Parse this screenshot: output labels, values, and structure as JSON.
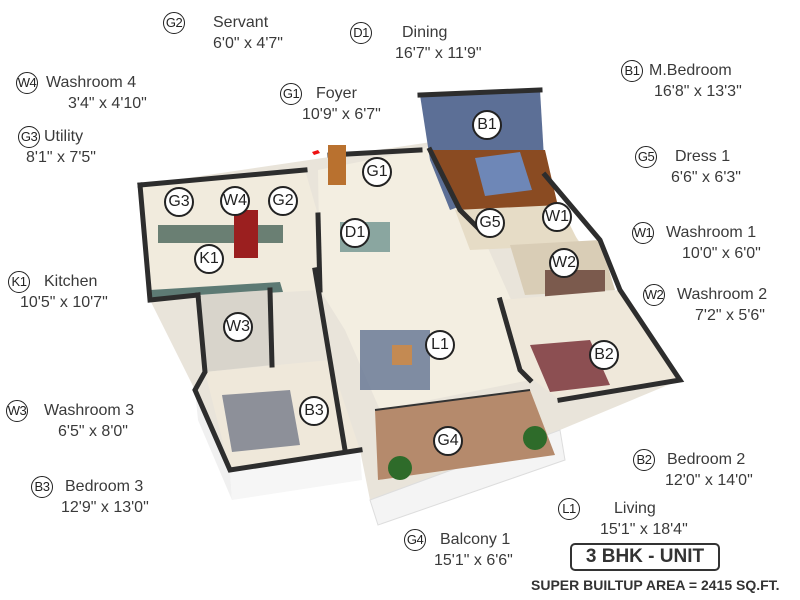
{
  "rooms": [
    {
      "code": "G2",
      "name": "Servant",
      "size": "6'0\" x 4'7\""
    },
    {
      "code": "D1",
      "name": "Dining",
      "size": "16'7\" x 11'9\""
    },
    {
      "code": "W4",
      "name": "Washroom 4",
      "size": "3'4\" x 4'10\""
    },
    {
      "code": "G1",
      "name": "Foyer",
      "size": "10'9\" x 6'7\""
    },
    {
      "code": "G3",
      "name": "Utility",
      "size": "8'1\" x 7'5\""
    },
    {
      "code": "B1",
      "name": "M.Bedroom",
      "size": "16'8\" x 13'3\""
    },
    {
      "code": "G5",
      "name": "Dress 1",
      "size": "6'6\" x 6'3\""
    },
    {
      "code": "W1",
      "name": "Washroom 1",
      "size": "10'0\" x 6'0\""
    },
    {
      "code": "W2",
      "name": "Washroom 2",
      "size": "7'2\" x 5'6\""
    },
    {
      "code": "K1",
      "name": "Kitchen",
      "size": "10'5\" x 10'7\""
    },
    {
      "code": "W3",
      "name": "Washroom 3",
      "size": "6'5\" x 8'0\""
    },
    {
      "code": "B3",
      "name": "Bedroom 3",
      "size": "12'9\" x 13'0\""
    },
    {
      "code": "B2",
      "name": "Bedroom 2",
      "size": "12'0\" x 14'0\""
    },
    {
      "code": "L1",
      "name": "Living",
      "size": "15'1\" x 18'4\""
    },
    {
      "code": "G4",
      "name": "Balcony 1",
      "size": "15'1\" x 6'6\""
    }
  ],
  "unit_label": "3 BHK - UNIT",
  "area_label": "SUPER BUILTUP AREA = 2415 SQ.FT.",
  "plan_badges": {
    "G3": "G3",
    "W4": "W4",
    "G2": "G2",
    "G1": "G1",
    "D1": "D1",
    "B1": "B1",
    "G5": "G5",
    "W1": "W1",
    "W2": "W2",
    "K1": "K1",
    "W3": "W3",
    "L1": "L1",
    "B2": "B2",
    "B3": "B3",
    "G4": "G4"
  },
  "colors": {
    "floor": "#f1ebdd",
    "wall": "#333333",
    "wood": "#8a4b22",
    "blue_wall": "#5c6f96",
    "balcony": "#b58a6c",
    "accent_text": "#3a3a3a"
  }
}
